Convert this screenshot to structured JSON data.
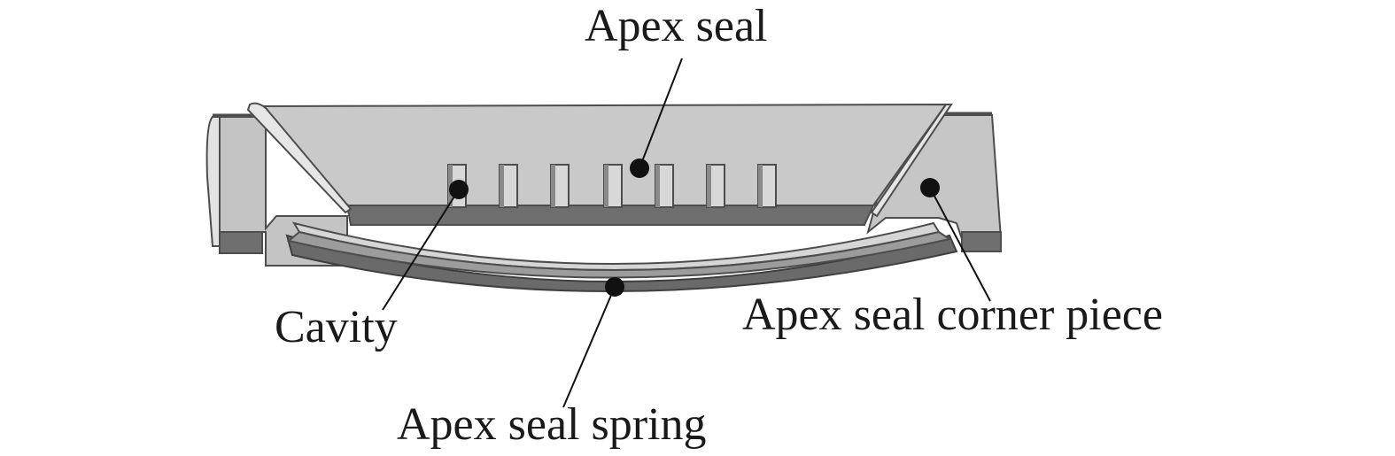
{
  "labels": {
    "apex_seal": "Apex seal",
    "cavity": "Cavity",
    "corner_piece": "Apex seal corner piece",
    "spring": "Apex seal spring"
  },
  "colors": {
    "face_light": "#c9c9c9",
    "face_mid": "#bdbdbd",
    "side_dark": "#7d7d7d",
    "edge_dark": "#4d4d4d",
    "spring_dark": "#6e6e6e",
    "spring_light": "#d8d8d8",
    "ink": "#111111"
  }
}
